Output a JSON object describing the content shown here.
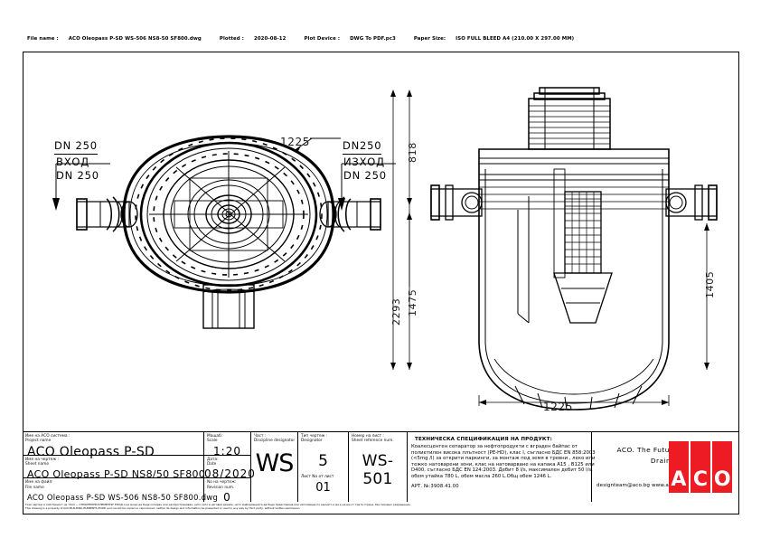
{
  "plot_header": {
    "filename_label": "File name :",
    "filename": "ACO  Oleopass  P-SD  WS-506  NS8-50 SF800.dwg",
    "plotted_label": "Plotted :",
    "plotted": "2020-08-12",
    "plot_device_label": "Plot Device :",
    "plot_device": "DWG To PDF.pc3",
    "paper_size_label": "Paper Size:",
    "paper_size": "ISO  FULL BLEED A4 (210.00 X 297.00 MM)"
  },
  "plan_view": {
    "inlet_dn_callout": "DN 250",
    "inlet_title": "ВХОД",
    "inlet_dn": "DN  250",
    "outlet_dn_callout": "DN250",
    "outlet_title": "ИЗХОД",
    "outlet_dn": "DN  250",
    "diameter_callout": "1225"
  },
  "section_view": {
    "dim_818": "818",
    "dim_1475": "1475",
    "dim_2293": "2293",
    "dim_1405": "1405",
    "dim_1225": "1225"
  },
  "title_block": {
    "project_name_cap_bg": "Име на АСО система :",
    "project_name_cap_en": "Project name",
    "project_name": "ACO Oleopass P-SD",
    "sheet_name_cap_bg": "Име на чертеж :",
    "sheet_name_cap_en": "Sheet name",
    "sheet_name": "ACO Oleopass P-SD NS8/50 SF800",
    "file_name_cap_bg": "Име на файл:",
    "file_name_cap_en": "File name",
    "file_name": "ACO Oleopass P-SD WS-506 NS8-50 SF800.dwg",
    "scale_cap_bg": "Мащаб:",
    "scale_cap_en": "Scale",
    "scale": "1:20",
    "date_cap_bg": "Дата:",
    "date_cap_en": "Date",
    "date": "08/2020",
    "revision_cap_bg": "No на чертеж:",
    "revision_cap_en": "Revision num.",
    "revision": "0",
    "discipline_cap_bg": "Част :",
    "discipline_cap_en": "Discipline designator",
    "discipline": "WS",
    "type_cap_bg": "Тип чертеж :",
    "type_cap_en": "Designator",
    "type": "5",
    "sheet_no_cap_bg": "Лист No от лист",
    "sheet_no": "01",
    "ref_cap_bg": "Номер на лист :",
    "ref_cap_en": "Sheet reference num.",
    "ref_no": "WS-501"
  },
  "spec": {
    "title": "ТЕХНИЧЕСКА СПЕЦИФИКАЦИЯ НА ПРОДУКТ:",
    "lines": [
      "Коалесцентен сепаратор за нефтопродукти с вграден байпас от",
      "полиетилен висока плътност (PE-HD), клас I, съгласно БДС EN 858:2003",
      "(<5mg /l) за открити паркинги, за монтаж под земя в тревни , леко или",
      "тежко натоварени зони, клас на натоварване на капака A15 , B125 или",
      "D400, съгласно БДС EN 124:2003.  Дебит 8 l/s, максимален дебит 50 l/s,",
      "обем утайка 780 L, обем масла 260 L.Общ обем 1246 L."
    ],
    "art_no": "АРТ. №:3908.41.00"
  },
  "branding": {
    "tagline_line1": "ACO. The Future of",
    "tagline_line2": "Drainage.",
    "contact": "designteam@aco.bg  www.aco.bg",
    "logo_letters": [
      "A",
      "C",
      "O"
    ],
    "logo_color": "#ED1C24"
  },
  "disclaimer": {
    "line_bg": "Този чертеж е собственост на \"АСО — СТРОИТЕЛНИ ЕЛЕМЕНТИ\" ЕООД и не може да бъде копиран или разпространяван, нито като в неговия дизайн, нито информацията да бъде представяна или използвана по какъвто и да е начин от трета страна, без писмено разрешение.",
    "line_en": "This drawing is a property of ACO BUILDING ELEMENTS EOOD and cannot be copied or reproduced, neither its design and information be presented or used in any way by third party, without written permission."
  }
}
